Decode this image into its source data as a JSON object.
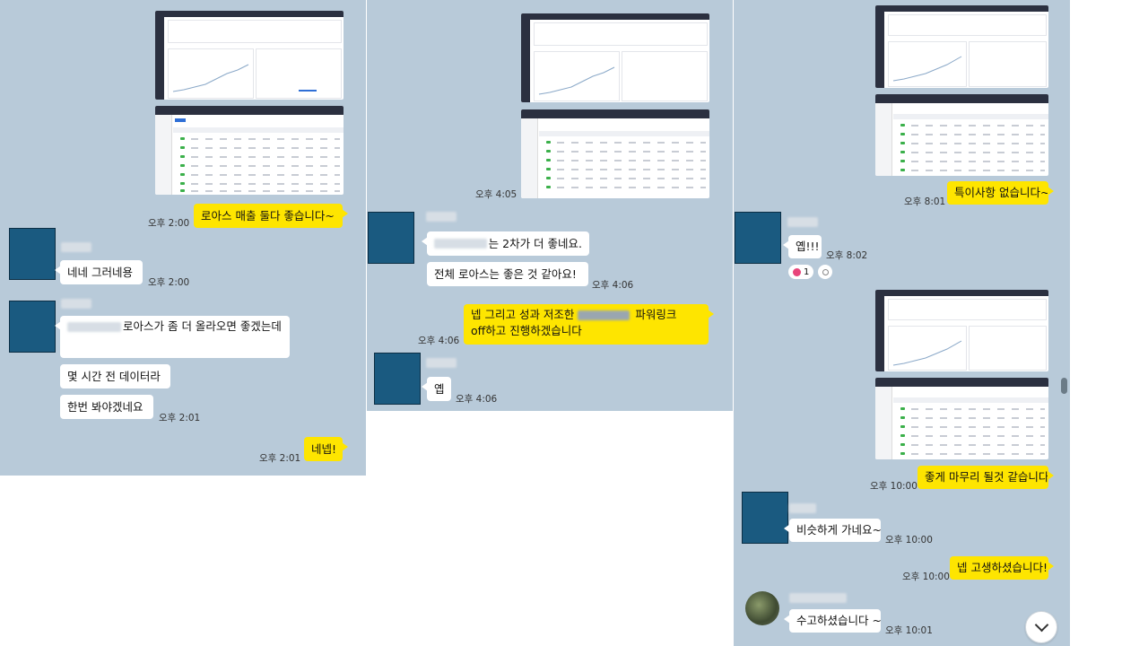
{
  "panels": [
    {
      "messages": [
        {
          "type": "screenshot",
          "desc": "report-line-chart"
        },
        {
          "type": "screenshot",
          "desc": "report-table"
        },
        {
          "type": "mine",
          "text": "로아스 매출 둘다 좋습니다~",
          "time": "오후 2:00"
        },
        {
          "type": "other",
          "text": "네네 그러네용",
          "time": "오후 2:00"
        },
        {
          "type": "other",
          "text": "로아스가 좀 더 올라오면 좋겠는데"
        },
        {
          "type": "other",
          "text": "몇 시간 전 데이터라"
        },
        {
          "type": "other",
          "text": "한번 봐야겠네요",
          "time": "오후 2:01"
        },
        {
          "type": "mine",
          "text": "네넵!",
          "time": "오후 2:01"
        }
      ]
    },
    {
      "messages": [
        {
          "type": "screenshot",
          "desc": "report-line-chart",
          "time": "오후 4:05"
        },
        {
          "type": "other",
          "text": "는 2차가 더 좋네요."
        },
        {
          "type": "other",
          "text": "전체 로아스는 좋은 것 같아요!",
          "time": "오후 4:06"
        },
        {
          "type": "mine",
          "text_line1": "넵 그리고 성과 저조한",
          "text_line1b": "파워링크",
          "text_line2": "off하고 진행하겠습니다",
          "time": "오후 4:06"
        },
        {
          "type": "other",
          "text": "옙",
          "time": "오후 4:06"
        }
      ]
    },
    {
      "messages": [
        {
          "type": "mine",
          "text": "특이사항 없습니다~",
          "time": "오후 8:01"
        },
        {
          "type": "other",
          "text": "옙!!!",
          "time": "오후 8:02",
          "reaction": {
            "icon": "heart-icon",
            "count": "1"
          }
        },
        {
          "type": "mine",
          "text": "좋게 마무리 될것 같습니다",
          "time": "오후 10:00"
        },
        {
          "type": "other",
          "text": "비슷하게 가네요~",
          "time": "오후 10:00"
        },
        {
          "type": "mine",
          "text": "넵 고생하셨습니다!",
          "time": "오후 10:00"
        },
        {
          "type": "other",
          "text": "수고하셨습니다 ~",
          "time": "오후 10:01"
        }
      ]
    }
  ],
  "colors": {
    "panel_bg": "#b8cad9",
    "my_bubble": "#fee500",
    "other_bubble": "#ffffff",
    "avatar": "#1a5a80"
  },
  "scroll_button_icon": "chevron-down-icon"
}
